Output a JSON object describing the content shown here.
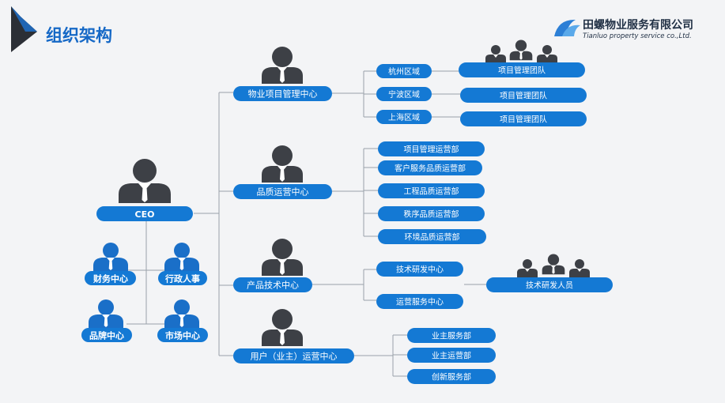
{
  "header": {
    "title": "组织架构",
    "company_cn": "田螺物业服务有限公司",
    "company_en": "Tianluo property service co.,Ltd."
  },
  "colors": {
    "accent": "#1479d4",
    "person_dark": "#3d4046",
    "person_blue": "#1a6fc8",
    "line": "#9aa1a9"
  },
  "icons": [
    "person-icon",
    "team-icon",
    "logo-icon",
    "slide-arrow-icon"
  ],
  "ceo": {
    "label": "CEO"
  },
  "support": [
    {
      "label": "财务中心"
    },
    {
      "label": "行政人事"
    },
    {
      "label": "品牌中心"
    },
    {
      "label": "市场中心"
    }
  ],
  "centers": [
    {
      "label": "物业项目管理中心",
      "children": [
        {
          "label": "杭州区域",
          "team": "项目管理团队"
        },
        {
          "label": "宁波区域",
          "team": "项目管理团队"
        },
        {
          "label": "上海区域",
          "team": "项目管理团队"
        }
      ]
    },
    {
      "label": "品质运营中心",
      "children": [
        {
          "label": "项目管理运营部"
        },
        {
          "label": "客户服务品质运营部"
        },
        {
          "label": "工程品质运营部"
        },
        {
          "label": "秩序品质运营部"
        },
        {
          "label": "环境品质运营部"
        }
      ]
    },
    {
      "label": "产品技术中心",
      "children": [
        {
          "label": "技术研发中心",
          "team": "技术研发人员"
        },
        {
          "label": "运营服务中心"
        }
      ]
    },
    {
      "label": "用户（业主）运营中心",
      "children": [
        {
          "label": "业主服务部"
        },
        {
          "label": "业主运营部"
        },
        {
          "label": "创新服务部"
        }
      ]
    }
  ]
}
